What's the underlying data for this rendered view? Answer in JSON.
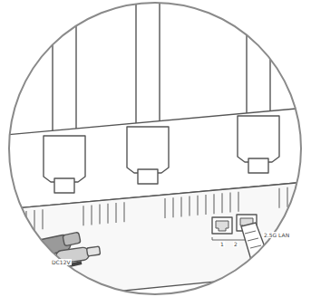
{
  "diagram": {
    "labels": [
      "DC12V",
      "1",
      "2",
      "2.5G LAN"
    ]
  }
}
